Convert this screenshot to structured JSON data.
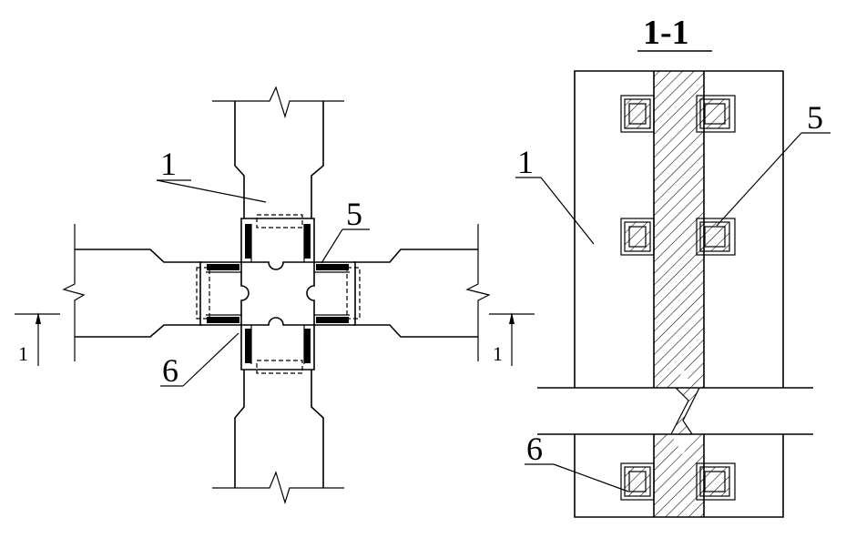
{
  "plan_view": {
    "labels": {
      "part_1": "1",
      "part_5": "5",
      "part_6": "6",
      "section_left": "1",
      "section_right": "1"
    }
  },
  "section_view": {
    "title": "1-1",
    "labels": {
      "part_1": "1",
      "part_5": "5",
      "part_6": "6"
    }
  }
}
